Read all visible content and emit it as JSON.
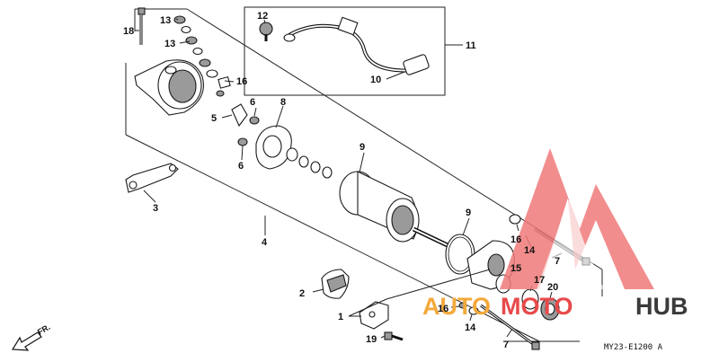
{
  "callouts": [
    "18",
    "13",
    "13",
    "12",
    "11",
    "10",
    "16",
    "6",
    "8",
    "5",
    "6",
    "9",
    "3",
    "4",
    "9",
    "16",
    "14",
    "7",
    "15",
    "17",
    "20",
    "2",
    "1",
    "16",
    "14",
    "19",
    "7"
  ],
  "diagram_code": "MY23-E1200 A",
  "direction_marker": "FR.",
  "watermark": {
    "text_left": "AUTO",
    "text_mid": "MOTO",
    "text_right": "HUB",
    "colors": {
      "triangle": "#e8494a",
      "left": "#f3a93a",
      "mid": "#e8494a",
      "right": "#3a3a3a"
    }
  }
}
